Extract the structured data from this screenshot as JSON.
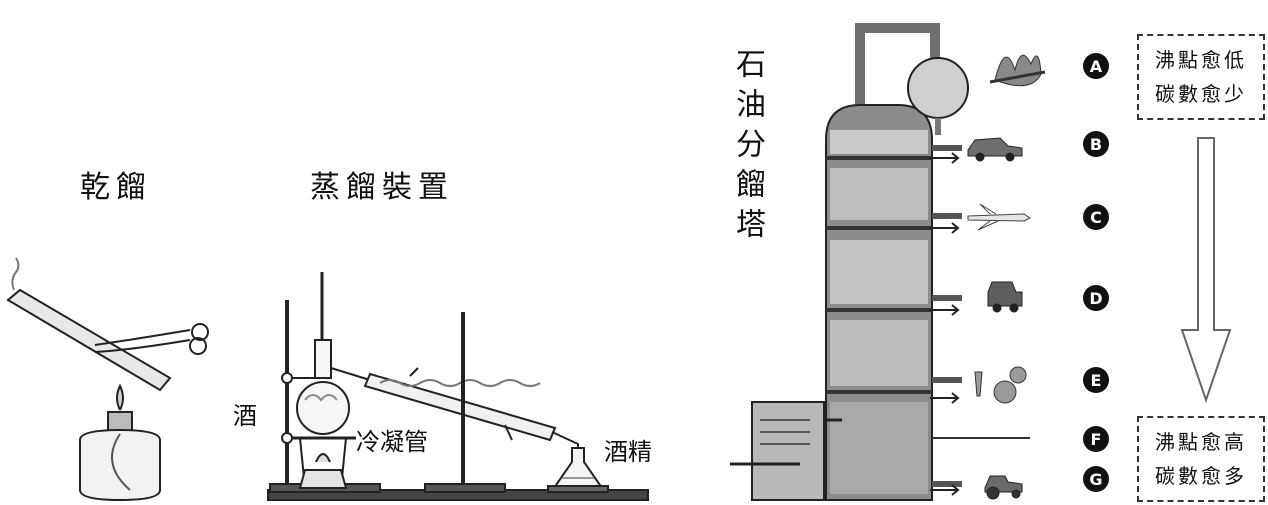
{
  "left_diagram": {
    "dry_distillation_label": "乾餾",
    "distillation_apparatus_label": "蒸餾裝置",
    "flask_content_label": "酒",
    "condenser_label": "冷凝管",
    "receiver_content_label": "酒精"
  },
  "right_diagram": {
    "tower_title": "石油分餾塔",
    "top_note": {
      "line1": "沸點愈低",
      "line2": "碳數愈少"
    },
    "bottom_note": {
      "line1": "沸點愈高",
      "line2": "碳數愈多"
    },
    "fraction_markers": [
      "A",
      "B",
      "C",
      "D",
      "E",
      "F",
      "G"
    ],
    "fraction_icons": [
      "fire-icon",
      "car-icon",
      "airplane-icon",
      "truck-icon",
      "machine-gears-icon",
      "",
      "tractor-icon"
    ]
  }
}
